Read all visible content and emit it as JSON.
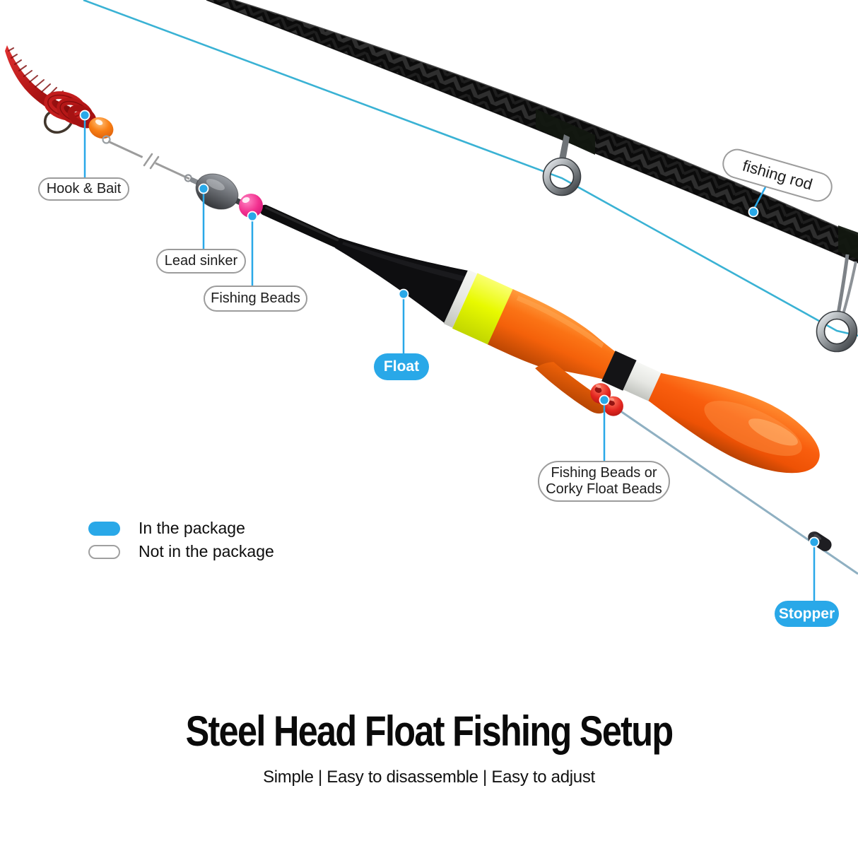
{
  "title": {
    "heading": "Steel Head Float Fishing Setup",
    "subheading": "Simple | Easy to disassemble | Easy to adjust"
  },
  "annotations": {
    "hook_bait": "Hook & Bait",
    "lead_sinker": "Lead sinker",
    "fishing_beads": "Fishing Beads",
    "float": "Float",
    "corky_beads_line1": "Fishing Beads or",
    "corky_beads_line2": "Corky Float Beads",
    "fishing_rod": "fishing rod",
    "stopper": "Stopper"
  },
  "legend": {
    "in_package": "In the package",
    "not_in_package": "Not in the package"
  },
  "colors": {
    "accent_blue": "#29A8E8",
    "line_cyan": "#3AB2D4",
    "line_grey_blue": "#8FB0C2",
    "float_orange": "#F4610A",
    "band_yellow": "#E8FA00",
    "bead_pink": "#F2308F",
    "worm_red": "#C01C1C",
    "label_border_grey": "#9C9C9C"
  }
}
